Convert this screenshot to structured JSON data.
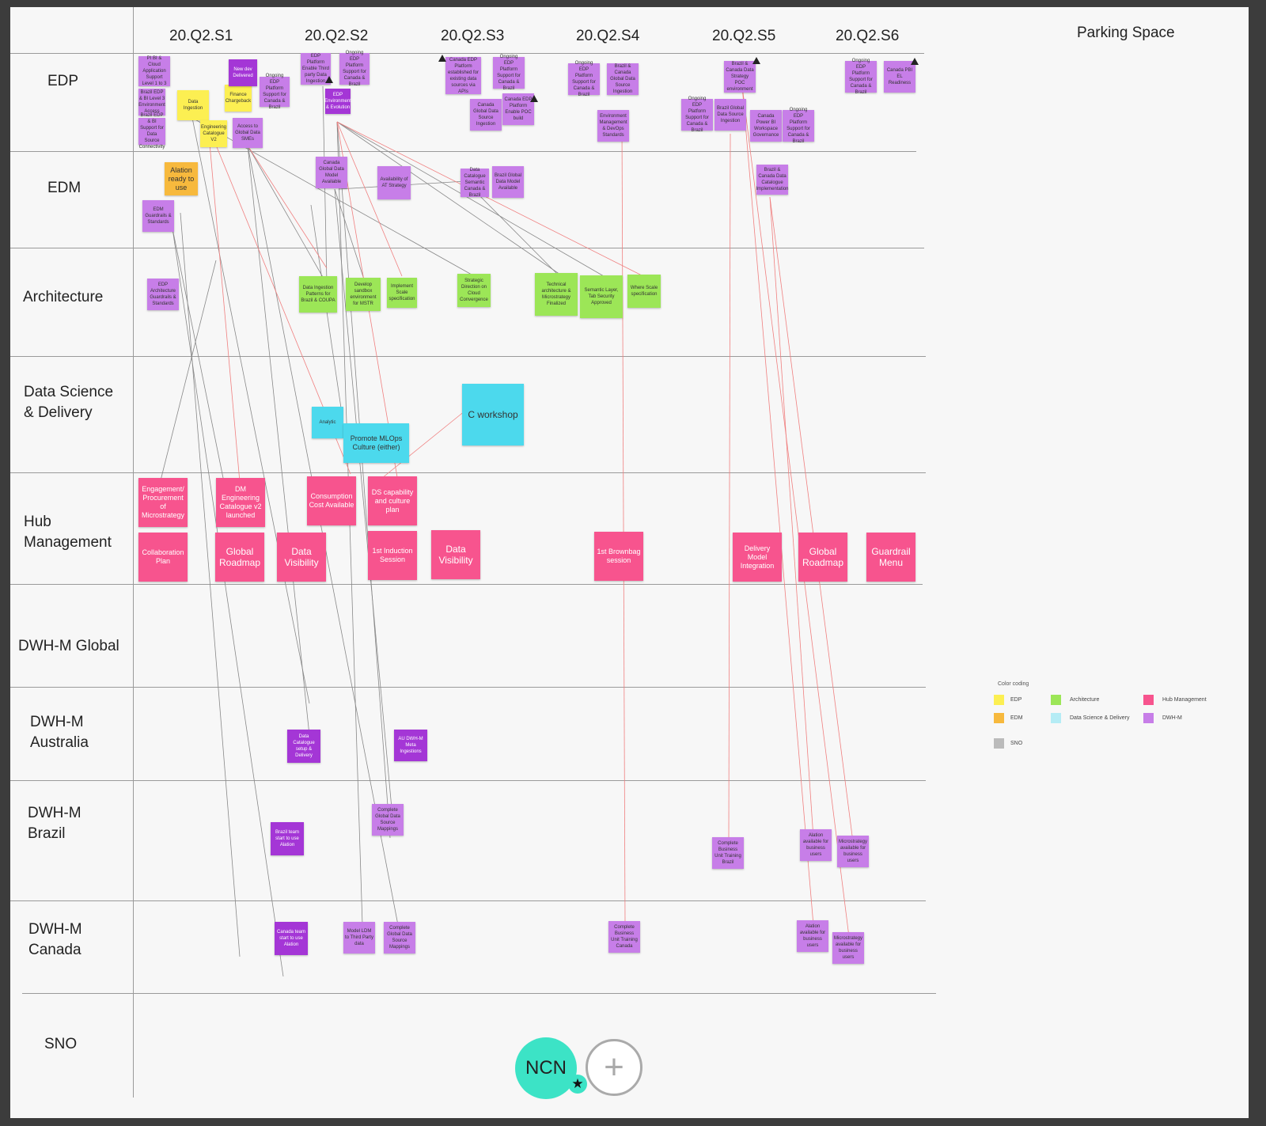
{
  "board": {
    "columns": [
      "20.Q2.S1",
      "20.Q2.S2",
      "20.Q2.S3",
      "20.Q2.S4",
      "20.Q2.S5",
      "20.Q2.S6"
    ],
    "parking_space": "Parking Space",
    "rows": [
      "EDP",
      "EDM",
      "Architecture",
      "Data Science\n& Delivery",
      "Hub\nManagement",
      "DWH-M Global",
      "DWH-M\nAustralia",
      "DWH-M\nBrazil",
      "DWH-M\nCanada",
      "SNO"
    ]
  },
  "notes": {
    "edp_pi": "PI BI & Cloud Application Support Level 1 to 3",
    "edp_brazil_edp1": "Brazil EDP & BI Level 3 Environment Access",
    "edp_brazil_edp2": "Brazil EDP & BI Support for Data Source Connectivity",
    "edp_data_ingestion": "Data Ingestion",
    "edp_engineering_catalogue": "Engineering Catalogue V2",
    "edp_finance_chargeback": "Finance Chargeback",
    "edp_new_dev_delivered": "New dev Delivered",
    "edp_access_global": "Access to Global Data SMEs",
    "edp_ongoing_support1": "Ongoing EDP Platform Support for Canada & Brazil",
    "edp_platform_enable": "EDP Platform Enable Third party Data Ingestion",
    "edp_ongoing_support2": "Ongoing EDP Platform Support for Canada & Brazil",
    "edp_env_dev": "EDP Environment & Evolution",
    "edp_canada_edp": "Canada EDP Platform established for existing data sources via APIs",
    "edp_ongoing_support3": "Ongoing EDP Platform Support for Canada & Brazil",
    "edp_canada_global": "Canada Global Data Source Ingestion",
    "edp_canada_poc": "Canada EDP Platform Enable POC build",
    "edp_ongoing_support4": "Ongoing EDP Platform Support for Canada & Brazil",
    "edp_brazil_canada_src": "Brazil & Canada Global Data Source Ingestion",
    "edp_env_mgmt": "Environment Management & DevOps Standards",
    "edp_brazil_canada_poc": "Brazil & Canada Data Strategy POC environment",
    "edp_ongoing_support5": "Ongoing EDP Platform Support for Canada & Brazil",
    "edp_brazil_global": "Brazil Global Data Source Ingestion",
    "edp_canada_pbi": "Canada Power BI Workspace Governance",
    "edp_ongoing_support6": "Ongoing EDP Platform Support for Canada & Brazil",
    "edp_ongoing_support7": "Ongoing EDP Platform Support for Canada & Brazil",
    "edp_canada_pbi_ready": "Canada PBI EL Readiness",
    "edm_alation": "Alation ready to use",
    "edm_guardrails": "EDM Guardrails & Standards",
    "edm_canada_model": "Canada Global Data Model Available",
    "edm_availability": "Availability of AT Strategy",
    "edm_data_catalogue": "Data Catalogue Semantic Canada & Brazil",
    "edm_brazil_global": "Brazil Global Data Model Available",
    "edm_brazil_canada": "Brazil & Canada Data Catalogue Implementation",
    "arch_edp_guardrails": "EDP Architecture Guardrails & Standards",
    "arch_ingestion_patterns": "Data Ingestion Patterns for Brazil & COUPA",
    "arch_develop_env": "Develop sandbox environment for MSTR",
    "arch_implement_scale": "Implement Scale specification",
    "arch_strategic": "Strategic Direction on Cloud Convergence",
    "arch_technical": "Technical architecture & Microstrategy Finalized",
    "arch_semantic": "Semantic Layer, Tab Security Approved",
    "arch_where_scale": "Where Scale specification",
    "dsd_analytic": "Analytic",
    "dsd_promote": "Promote MLOps Culture (either)",
    "dsd_workshop": "C workshop",
    "hub_engagement": "Engagement/ Procurement of Microstrategy",
    "hub_dm_eng": "DM Engineering Catalogue v2 launched",
    "hub_consumption": "Consumption Cost Available",
    "hub_ds_capability": "DS capability and culture plan",
    "hub_collaboration": "Collaboration Plan",
    "hub_global_roadmap": "Global Roadmap",
    "hub_data_visibility1": "Data Visibility",
    "hub_induction": "1st Induction Session",
    "hub_data_visibility2": "Data Visibility",
    "hub_brownbag": "1st Brownbag session",
    "hub_delivery_model": "Delivery Model Integration",
    "hub_global_roadmap2": "Global Roadmap",
    "hub_guardrail_menu": "Guardrail Menu",
    "aus_catalogue": "Data Catalogue setup & Delivery",
    "aus_dwh_meta": "AU DWH-M Meta Ingestions",
    "brz_alation": "Brazil team start to use Alation",
    "brz_complete_global": "Complete Global Data Source Mappings",
    "brz_complete_bu": "Complete Business Unit Training Brazil",
    "brz_alation_avail": "Alation available for business users",
    "brz_microstrategy": "Microstrategy available for business users",
    "can_alation": "Canada team start to use Alation",
    "can_model_ldm": "Model LDM to Third Party data",
    "can_complete_global": "Complete Global Data Source Mappings",
    "can_complete_bu": "Complete Business Unit Training Canada",
    "can_alation_avail": "Alation available for business users",
    "can_microstrategy": "Microstrategy available for business users"
  },
  "legend": {
    "title": "Color coding",
    "items": [
      {
        "label": "EDP",
        "color": "#fcef52"
      },
      {
        "label": "Architecture",
        "color": "#9ce657"
      },
      {
        "label": "Hub Management",
        "color": "#f7548e"
      },
      {
        "label": "EDM",
        "color": "#f7b93d"
      },
      {
        "label": "Data Science & Delivery",
        "color": "#b5ecf5"
      },
      {
        "label": "DWH-M",
        "color": "#c77ee8"
      },
      {
        "label": "SNO",
        "color": "#bbbbbb"
      }
    ]
  },
  "presence": {
    "avatar_initials": "NCN",
    "badge_icon": "star-icon",
    "add_icon": "plus-icon"
  }
}
